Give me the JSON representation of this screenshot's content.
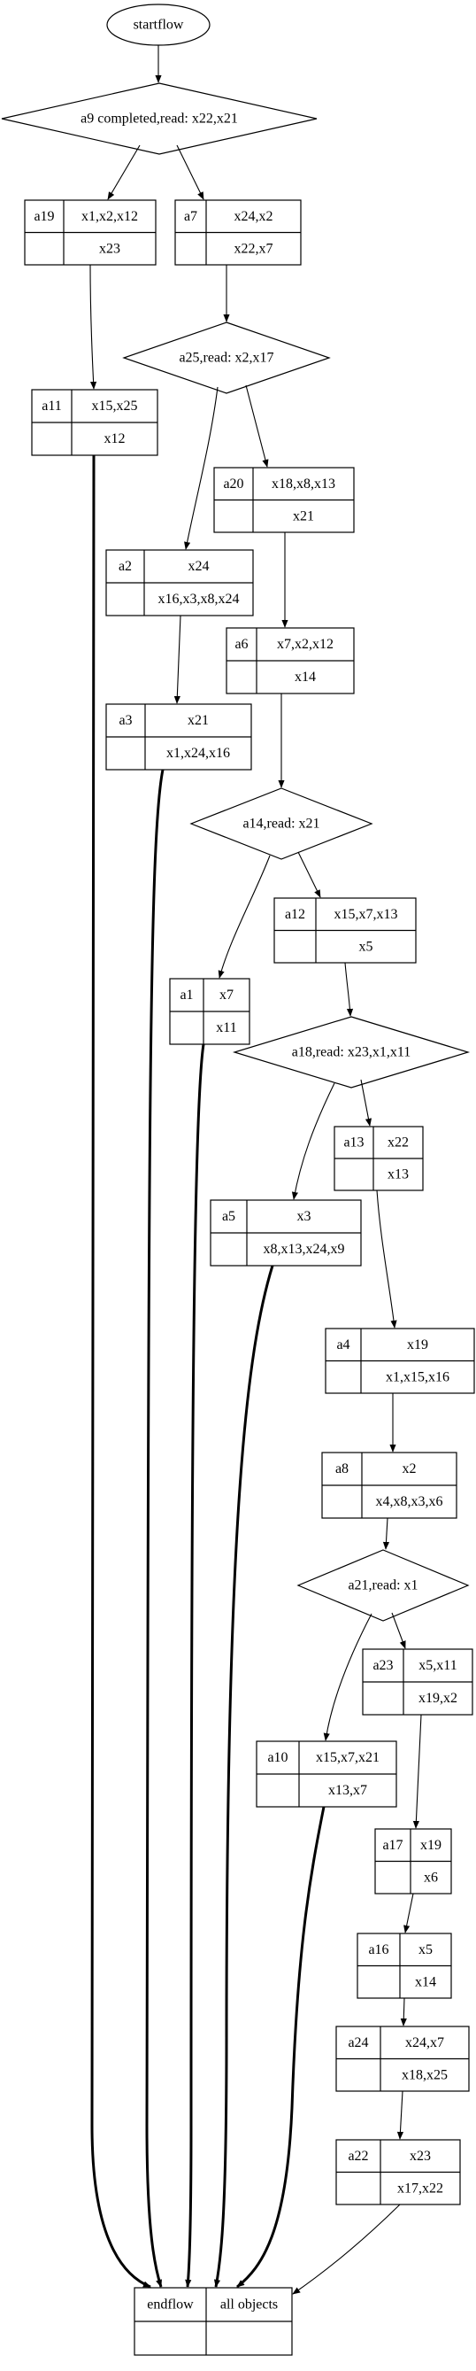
{
  "start": {
    "label": "startflow"
  },
  "decisions": [
    {
      "id": "d1",
      "label": "a9 completed,read: x22,x21"
    },
    {
      "id": "d2",
      "label": "a25,read: x2,x17"
    },
    {
      "id": "d3",
      "label": "a14,read: x21"
    },
    {
      "id": "d4",
      "label": "a18,read: x23,x1,x11"
    },
    {
      "id": "d5",
      "label": "a21,read: x1"
    }
  ],
  "nodes": [
    {
      "id": "a19",
      "label": "a19",
      "top": "x1,x2,x12",
      "bottom": "x23"
    },
    {
      "id": "a7",
      "label": "a7",
      "top": "x24,x2",
      "bottom": "x22,x7"
    },
    {
      "id": "a11",
      "label": "a11",
      "top": "x15,x25",
      "bottom": "x12"
    },
    {
      "id": "a20",
      "label": "a20",
      "top": "x18,x8,x13",
      "bottom": "x21"
    },
    {
      "id": "a2",
      "label": "a2",
      "top": "x24",
      "bottom": "x16,x3,x8,x24"
    },
    {
      "id": "a6",
      "label": "a6",
      "top": "x7,x2,x12",
      "bottom": "x14"
    },
    {
      "id": "a3",
      "label": "a3",
      "top": "x21",
      "bottom": "x1,x24,x16"
    },
    {
      "id": "a12",
      "label": "a12",
      "top": "x15,x7,x13",
      "bottom": "x5"
    },
    {
      "id": "a1",
      "label": "a1",
      "top": "x7",
      "bottom": "x11"
    },
    {
      "id": "a13",
      "label": "a13",
      "top": "x22",
      "bottom": "x13"
    },
    {
      "id": "a5",
      "label": "a5",
      "top": "x3",
      "bottom": "x8,x13,x24,x9"
    },
    {
      "id": "a4",
      "label": "a4",
      "top": "x19",
      "bottom": "x1,x15,x16"
    },
    {
      "id": "a8",
      "label": "a8",
      "top": "x2",
      "bottom": "x4,x8,x3,x6"
    },
    {
      "id": "a23",
      "label": "a23",
      "top": "x5,x11",
      "bottom": "x19,x2"
    },
    {
      "id": "a10",
      "label": "a10",
      "top": "x15,x7,x21",
      "bottom": "x13,x7"
    },
    {
      "id": "a17",
      "label": "a17",
      "top": "x19",
      "bottom": "x6"
    },
    {
      "id": "a16",
      "label": "a16",
      "top": "x5",
      "bottom": "x14"
    },
    {
      "id": "a24",
      "label": "a24",
      "top": "x24,x7",
      "bottom": "x18,x25"
    },
    {
      "id": "a22",
      "label": "a22",
      "top": "x23",
      "bottom": "x17,x22"
    }
  ],
  "end": {
    "label": "endflow",
    "right": "all objects"
  }
}
